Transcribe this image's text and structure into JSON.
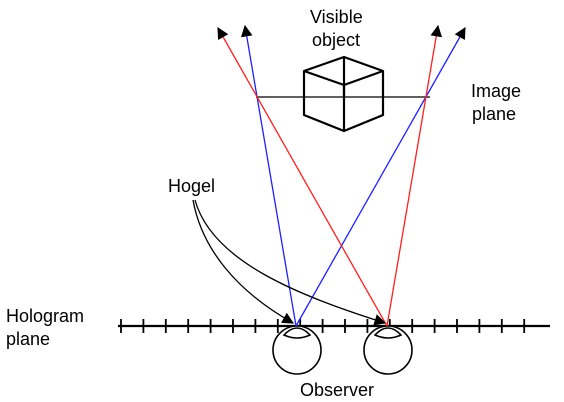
{
  "labels": {
    "visible_object_line1": "Visible",
    "visible_object_line2": "object",
    "image_plane_line1": "Image",
    "image_plane_line2": "plane",
    "hogel": "Hogel",
    "hologram_plane_line1": "Hologram",
    "hologram_plane_line2": "plane",
    "observer": "Observer"
  },
  "colors": {
    "red_ray": "#ff2020",
    "blue_ray": "#2020ff",
    "line": "#000000",
    "background": "#ffffff"
  }
}
